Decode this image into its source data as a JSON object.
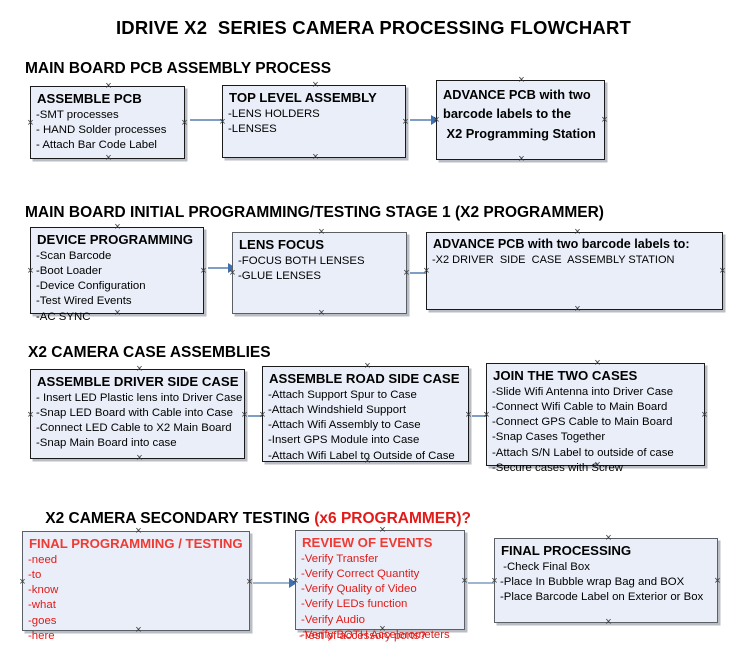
{
  "document": {
    "title": "IDRIVE X2  SERIES CAMERA PROCESSING FLOWCHART"
  },
  "colors": {
    "box_fill": "#e9eef8",
    "box_border": "#1a1a1a",
    "arrow": "#3f6fae",
    "accent_red": "#e01b19",
    "text": "#000000"
  },
  "sections": [
    {
      "id": "pcb-assembly",
      "header": "MAIN BOARD PCB ASSEMBLY PROCESS",
      "header_accent": "",
      "boxes": [
        {
          "id": "assemble-pcb",
          "title": "ASSEMBLE PCB",
          "lines": [
            "-SMT processes",
            "- HAND Solder processes",
            "- Attach Bar Code Label"
          ]
        },
        {
          "id": "top-level-assembly",
          "title": "TOP LEVEL ASSEMBLY",
          "lines": [
            "-LENS HOLDERS",
            "-LENSES"
          ]
        },
        {
          "id": "advance-pcb-programming-station",
          "title": "ADVANCE PCB with two\nbarcode labels to the\n X2 Programming Station",
          "lines": []
        }
      ]
    },
    {
      "id": "initial-programming",
      "header": "MAIN BOARD INITIAL PROGRAMMING/TESTING STAGE 1 (X2 PROGRAMMER)",
      "header_accent": "",
      "boxes": [
        {
          "id": "device-programming",
          "title": "DEVICE PROGRAMMING",
          "lines": [
            "-Scan Barcode",
            "-Boot Loader",
            "-Device Configuration",
            "-Test Wired Events",
            "-AC SYNC"
          ]
        },
        {
          "id": "lens-focus",
          "title": "LENS FOCUS",
          "lines": [
            "-FOCUS BOTH LENSES",
            "-GLUE LENSES"
          ]
        },
        {
          "id": "advance-pcb-driver-side-station",
          "title": "ADVANCE PCB with two barcode labels to:",
          "lines": [
            "-X2 DRIVER  SIDE  CASE  ASSEMBLY STATION"
          ]
        }
      ]
    },
    {
      "id": "case-assemblies",
      "header": "X2 CAMERA CASE ASSEMBLIES",
      "header_accent": "",
      "boxes": [
        {
          "id": "assemble-driver-side-case",
          "title": "ASSEMBLE DRIVER SIDE CASE",
          "lines": [
            "- Insert LED Plastic lens into Driver Case",
            "-Snap LED Board with Cable into Case",
            "-Connect LED Cable to X2 Main Board",
            "-Snap Main Board into case"
          ]
        },
        {
          "id": "assemble-road-side-case",
          "title": "ASSEMBLE ROAD SIDE CASE",
          "lines": [
            "-Attach Support Spur to Case",
            "-Attach Windshield Support",
            "-Attach Wifi Assembly to Case",
            "-Insert GPS Module into Case",
            "-Attach Wifi Label to Outside of Case"
          ]
        },
        {
          "id": "join-the-two-cases",
          "title": "JOIN THE TWO CASES",
          "lines": [
            "-Slide Wifi Antenna into Driver Case",
            "-Connect Wifi Cable to Main Board",
            "-Connect GPS Cable to Main Board",
            "-Snap Cases Together",
            "-Attach S/N Label to outside of case",
            "-Secure cases with Screw"
          ]
        }
      ]
    },
    {
      "id": "secondary-testing",
      "header": "X2 CAMERA SECONDARY TESTING ",
      "header_accent": "(x6 PROGRAMMER)?",
      "boxes": [
        {
          "id": "final-programming-testing",
          "title": "FINAL PROGRAMMING / TESTING",
          "lines": [
            "-need",
            "-to",
            "-know",
            "-what",
            "-goes",
            "-here"
          ]
        },
        {
          "id": "review-of-events",
          "title": "REVIEW OF EVENTS",
          "lines": [
            "-Verify Transfer",
            "-Verify Correct Quantity",
            "-Verify Quality of Video",
            "-Verify LEDs function",
            "-Verify Audio",
            "-Verify BOTH Accelerometers"
          ],
          "overflow_line": "-Test of accessory ports?"
        },
        {
          "id": "final-processing",
          "title": "FINAL PROCESSING",
          "lines": [
            " -Check Final Box",
            "-Place In Bubble wrap Bag and BOX",
            "-Place Barcode Label on Exterior or Box"
          ]
        }
      ]
    }
  ]
}
